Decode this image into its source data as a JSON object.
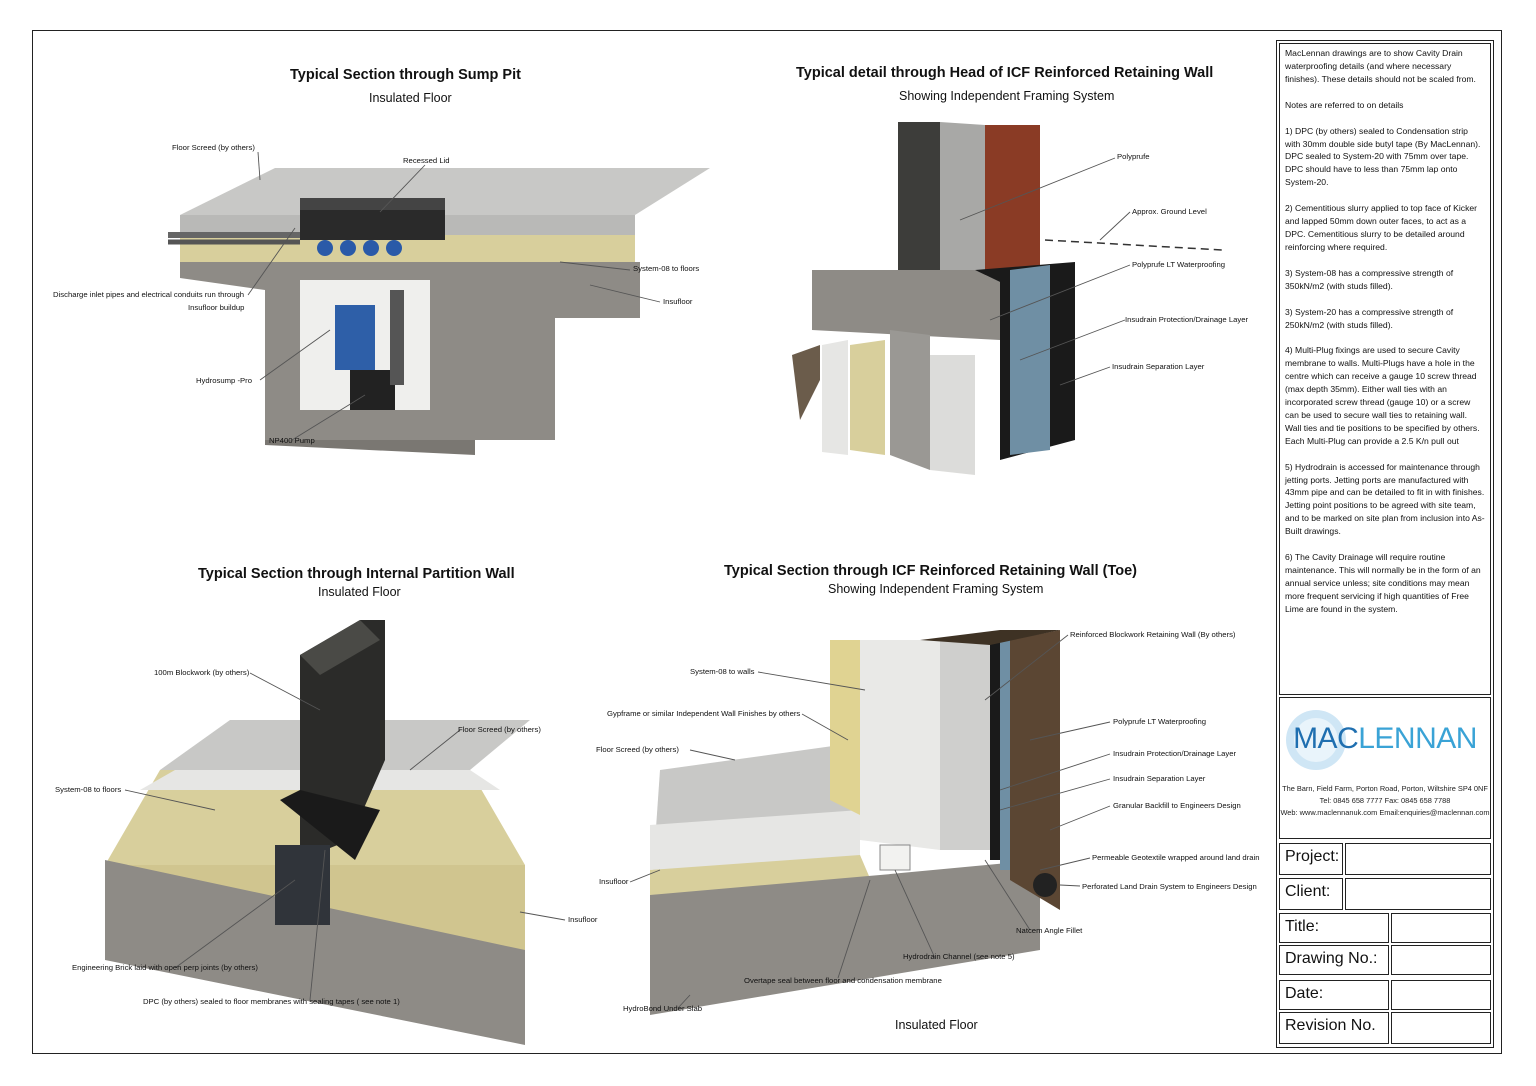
{
  "sections": {
    "sump": {
      "title": "Typical Section through Sump Pit",
      "subtitle": "Insulated Floor",
      "labels": {
        "floor_screed": "Floor Screed (by others)",
        "recessed_lid": "Recessed Lid",
        "system08": "System-08 to floors",
        "insufloor": "Insufloor",
        "discharge": "Discharge inlet pipes and electrical conduits run through",
        "discharge2": "Insufloor buildup",
        "hydrosump": "Hydrosump -Pro",
        "pump": "NP400 Pump"
      }
    },
    "head": {
      "title": "Typical detail through Head of ICF Reinforced Retaining Wall",
      "subtitle": "Showing Independent Framing System",
      "labels": {
        "polyprufe": "Polyprufe",
        "ground": "Approx. Ground Level",
        "polyprufe_lt": "Polyprufe LT Waterproofing",
        "protection": "Insudrain Protection/Drainage Layer",
        "separation": "Insudrain Separation Layer"
      }
    },
    "partition": {
      "title": "Typical Section through Internal Partition Wall",
      "subtitle": "Insulated Floor",
      "labels": {
        "blockwork": "100m Blockwork (by others)",
        "floor_screed": "Floor Screed (by others)",
        "system08": "System-08 to floors",
        "insufloor": "Insufloor",
        "brick": "Engineering Brick laid with open perp joints (by others)",
        "dpc": "DPC (by others) sealed to floor membranes with sealing tapes ( see note 1)"
      }
    },
    "toe": {
      "title": "Typical Section through ICF Reinforced Retaining Wall (Toe)",
      "subtitle": "Showing Independent Framing System",
      "footer": "Insulated Floor",
      "labels": {
        "reinforced": "Reinforced Blockwork Retaining Wall (By others)",
        "system08": "System-08 to walls",
        "gypframe": "Gypframe or similar Independent Wall Finishes by others",
        "floor_screed": "Floor Screed (by others)",
        "polyprufe_lt": "Polyprufe LT Waterproofing",
        "protection": "Insudrain Protection/Drainage Layer",
        "separation": "Insudrain Separation Layer",
        "backfill": "Granular Backfill to Engineers Design",
        "geotextile": "Permeable Geotextile wrapped around land drain",
        "landdrain": "Perforated Land Drain System to Engineers Design",
        "insufloor": "Insufloor",
        "natcem": "Natcem Angle Fillet",
        "hydrodrain": "Hydrodrain Channel (see note 5)",
        "overtape": "Overtape seal between floor and condensation membrane",
        "hydrobond": "HydroBond Under Slab"
      }
    }
  },
  "notes": [
    "MacLennan drawings are to show Cavity Drain waterproofing details (and where necessary finishes). These details should not be scaled from.",
    "Notes are referred to on details",
    "1) DPC (by others) sealed to Condensation strip with 30mm double side butyl tape (By MacLennan). DPC sealed to System-20 with 75mm over tape. DPC should have to less than 75mm lap onto System-20.",
    "2) Cementitious slurry applied to top face of Kicker and lapped 50mm down outer faces, to act as a DPC. Cementitious slurry to be detailed around reinforcing where required.",
    "3) System-08 has a compressive strength of 350kN/m2 (with studs filled).",
    "3) System-20 has a compressive strength of 250kN/m2 (with studs filled).",
    "4) Multi-Plug fixings are used to secure Cavity membrane to walls. Multi-Plugs have a hole in the centre which can receive a gauge 10 screw thread (max depth 35mm). Either wall ties with an incorporated screw thread (gauge 10) or a screw can be used to secure wall ties to retaining wall. Wall ties and tie positions to be specified by others. Each Multi-Plug can provide a 2.5 K/n pull out",
    "5) Hydrodrain is accessed for maintenance through jetting ports. Jetting ports are manufactured with 43mm pipe and can be detailed to fit in with finishes. Jetting point positions to be agreed with site team, and to be marked on site plan from inclusion into As-Built drawings.",
    "6) The Cavity Drainage will require routine maintenance. This will normally be in the form of an annual service unless; site conditions may mean more frequent servicing if high quantities of Free Lime are found in the system."
  ],
  "logo": {
    "mac": "MAC",
    "lennan": "LENNAN",
    "address": "The Barn, Field Farm, Porton Road, Porton, Wiltshire SP4 0NF",
    "phone": "Tel: 0845 658 7777   Fax: 0845 658 7788",
    "web": "Web: www.maclennanuk.com  Email:enquiries@maclennan.com"
  },
  "title_block": {
    "project": "Project:",
    "client": "Client:",
    "title": "Title:",
    "drawing_no": "Drawing No.:",
    "date": "Date:",
    "revision": "Revision No."
  },
  "colors": {
    "concrete": "#8e8b86",
    "screed": "#c8c8c6",
    "insufloor": "#d8cf9c",
    "membrane": "#e8e8e6",
    "black": "#1a1a1a",
    "brick": "#8a3b25",
    "logo_blue": "#1f6fb0"
  }
}
